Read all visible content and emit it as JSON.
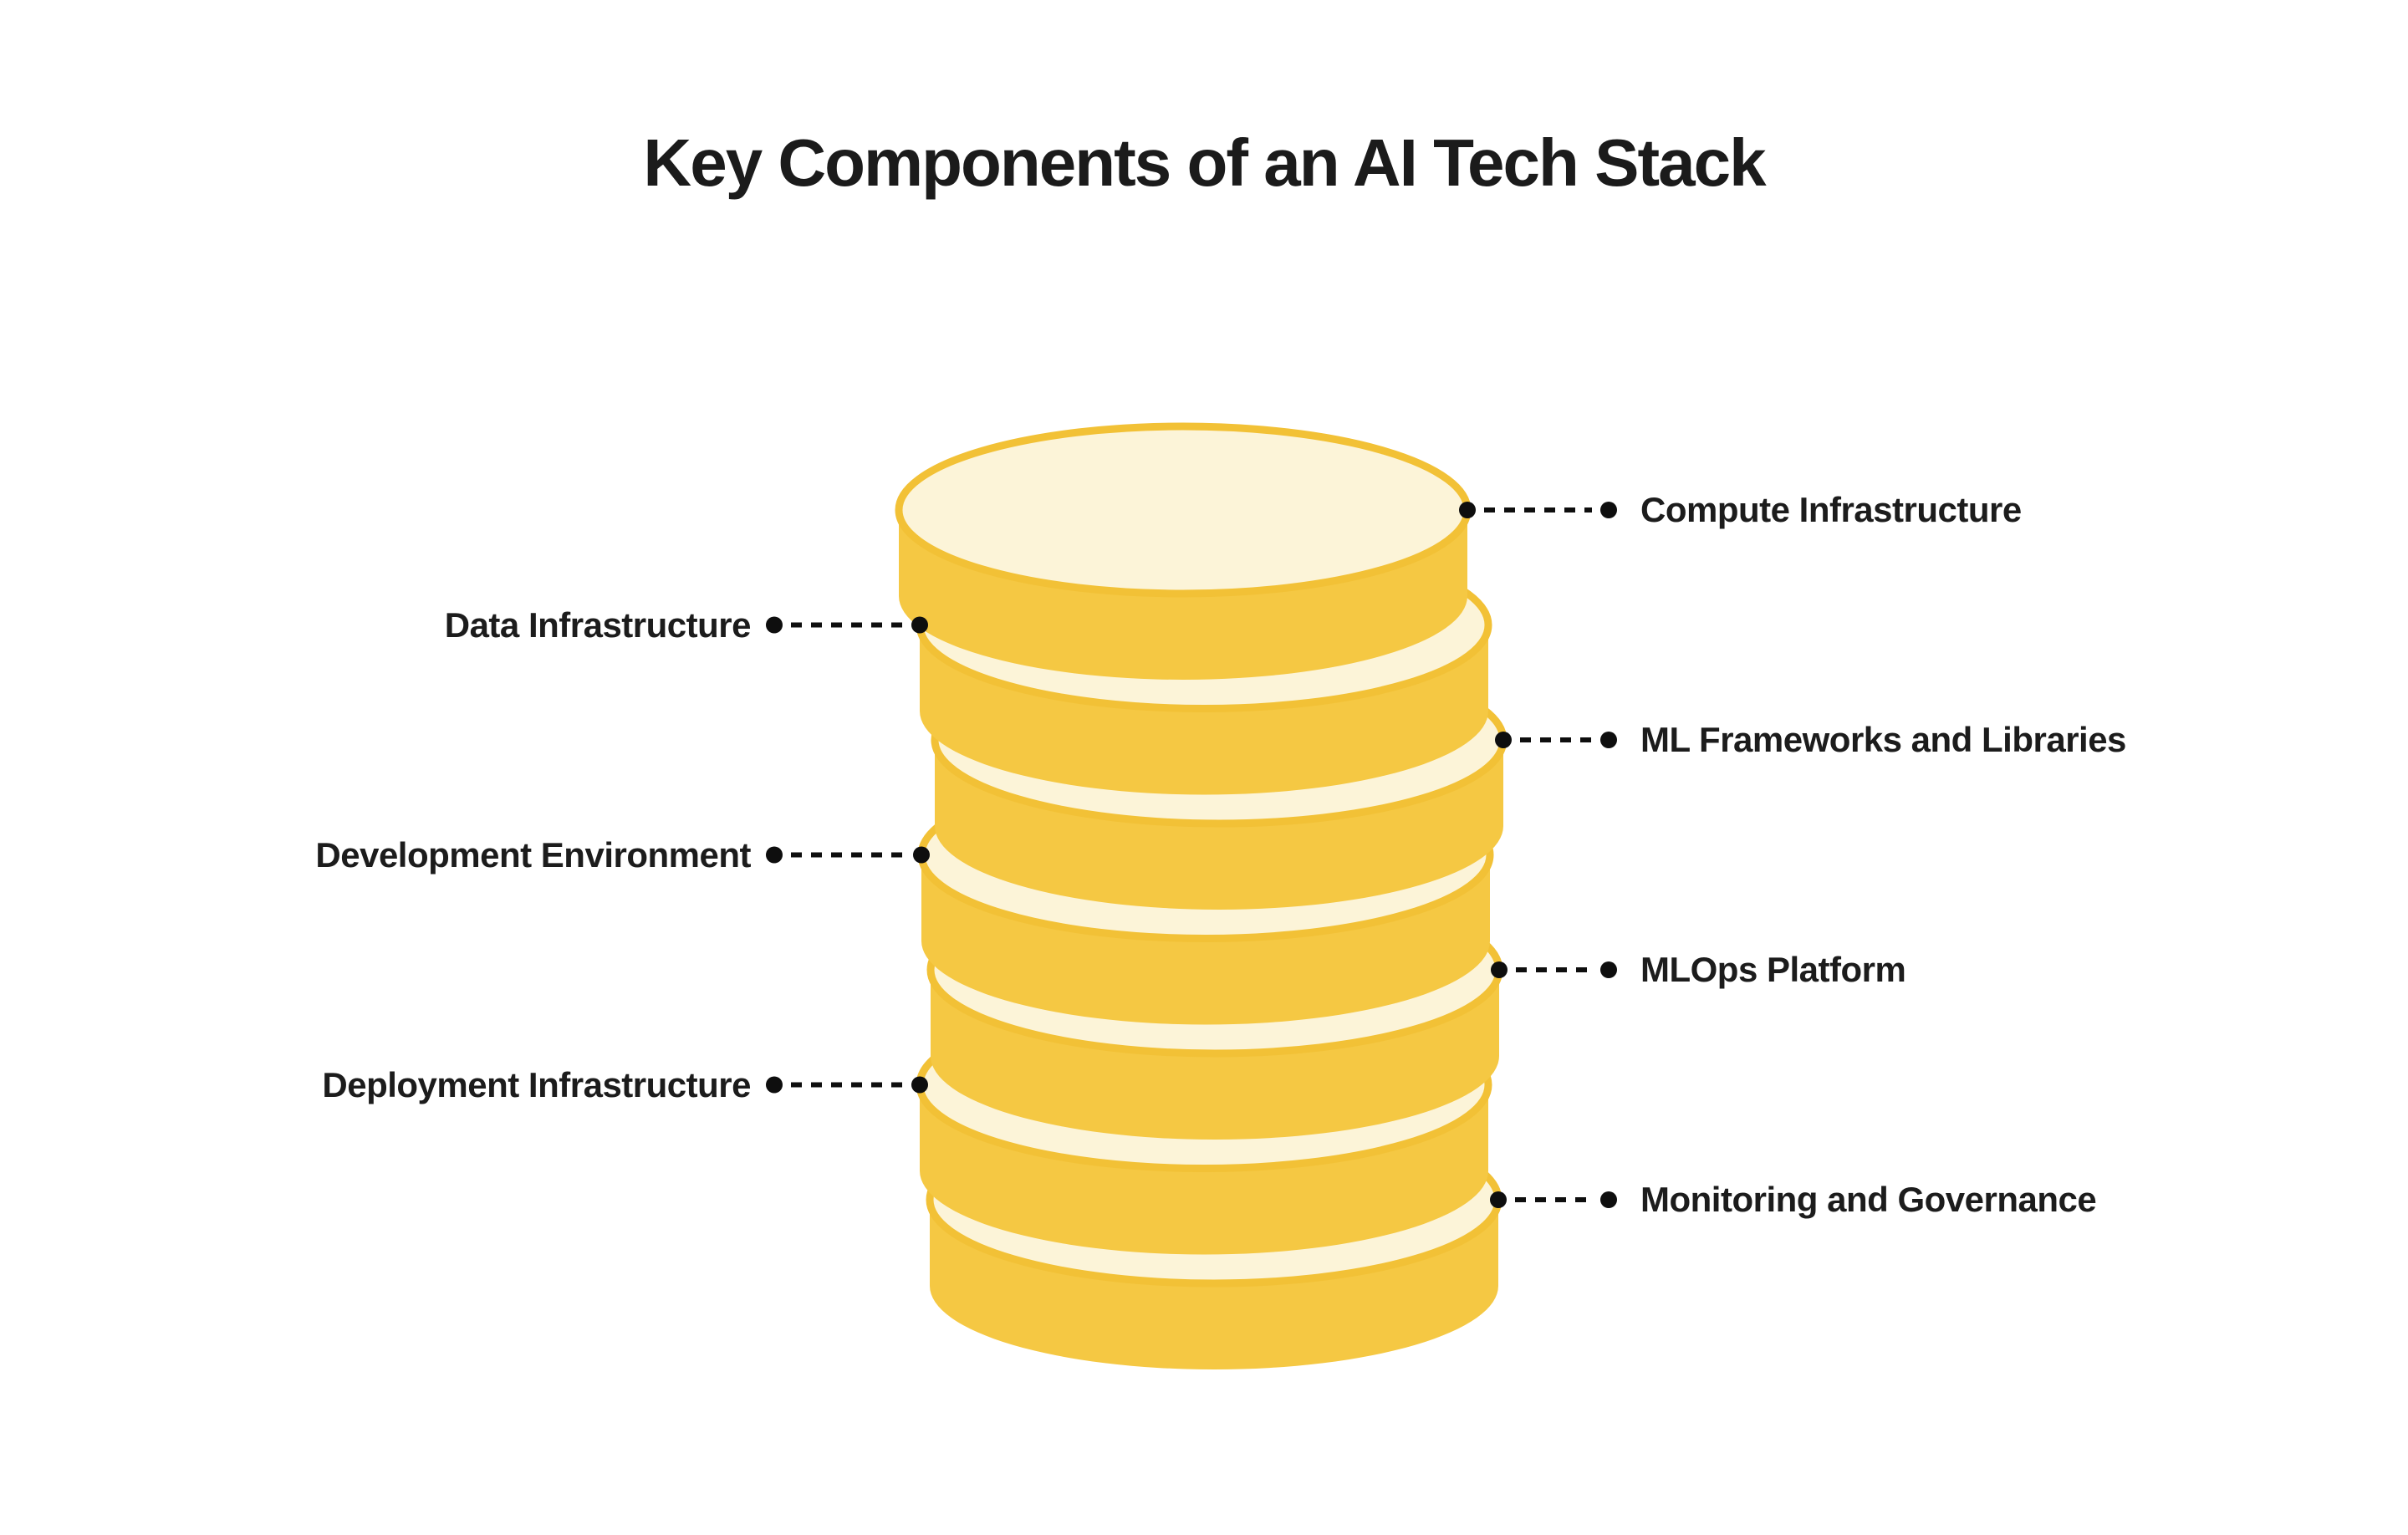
{
  "title": "Key Components of an AI Tech Stack",
  "colors": {
    "coin_side": "#F5C843",
    "coin_rim": "#F2C136",
    "coin_top": "#FCF4D8",
    "connector": "#0e0e0e",
    "text": "#1c1c1c"
  },
  "items": [
    {
      "label": "Compute Infrastructure",
      "side": "right"
    },
    {
      "label": "Data Infrastructure",
      "side": "left"
    },
    {
      "label": "ML Frameworks and Libraries",
      "side": "right"
    },
    {
      "label": "Development Environment",
      "side": "left"
    },
    {
      "label": "MLOps Platform",
      "side": "right"
    },
    {
      "label": "Deployment Infrastructure",
      "side": "left"
    },
    {
      "label": "Monitoring and Governance",
      "side": "right"
    }
  ]
}
